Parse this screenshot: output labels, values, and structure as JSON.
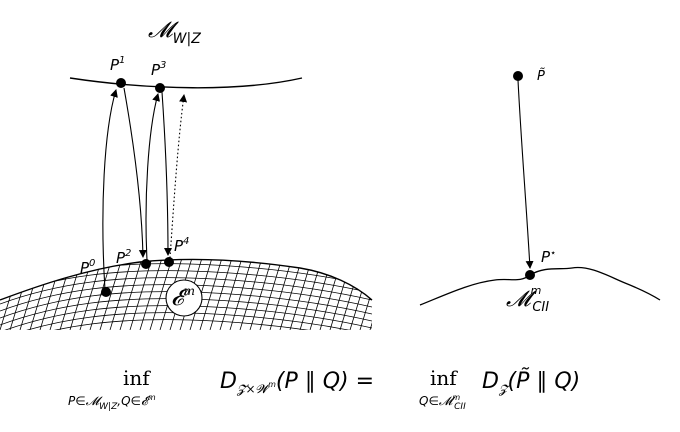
{
  "labels": {
    "manifold_top": {
      "main": "𝓜",
      "sub": "W|Z"
    },
    "p1": {
      "base": "P",
      "sup": "1"
    },
    "p3": {
      "base": "P",
      "sup": "3"
    },
    "p0": {
      "base": "P",
      "sup": "0"
    },
    "p2": {
      "base": "P",
      "sup": "2"
    },
    "p4": {
      "base": "P",
      "sup": "4"
    },
    "ptilde": {
      "base": "P̃"
    },
    "pstar": {
      "base": "P",
      "sup": "⋆"
    },
    "em": {
      "main": "𝓔",
      "sup": "m"
    },
    "mcii": {
      "main": "𝓜",
      "sup": "m",
      "sub": "CII"
    }
  },
  "equation": {
    "inf": "inf",
    "left_sub": "P∈𝓜",
    "left_sub_sub": "W|Z",
    "left_sub_rest": ",Q∈𝓔",
    "left_sub_sup": "m",
    "D": "D",
    "left_D_sub": "𝓩×𝓦",
    "left_D_sub_sup": "m",
    "left_args": "(P ∥ Q) =",
    "right_sub": "Q∈𝓜",
    "right_sub_sup": "m",
    "right_sub_sub": "CII",
    "right_D_sub": "𝓩",
    "right_args": "(P̃ ∥ Q)"
  }
}
